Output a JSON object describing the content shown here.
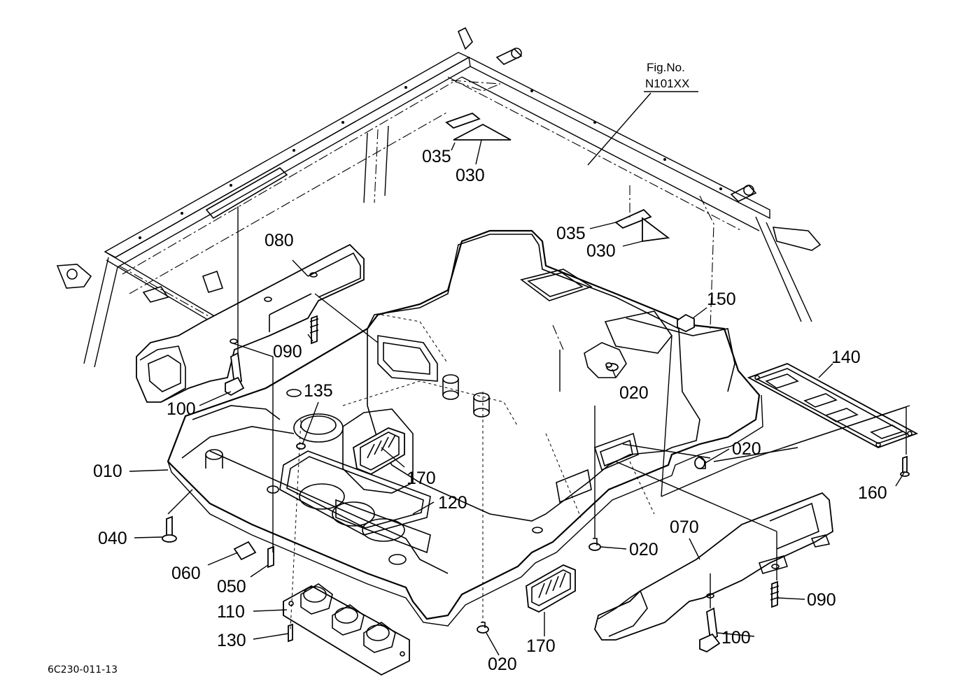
{
  "figure": {
    "fig_label": "Fig.No.",
    "fig_number": "N101XX",
    "drawing_code": "6C230-011-13"
  },
  "callouts": [
    {
      "id": "035a",
      "text": "035"
    },
    {
      "id": "030a",
      "text": "030"
    },
    {
      "id": "035b",
      "text": "035"
    },
    {
      "id": "030b",
      "text": "030"
    },
    {
      "id": "080",
      "text": "080"
    },
    {
      "id": "150",
      "text": "150"
    },
    {
      "id": "090a",
      "text": "090"
    },
    {
      "id": "020a",
      "text": "020"
    },
    {
      "id": "140",
      "text": "140"
    },
    {
      "id": "100a",
      "text": "100"
    },
    {
      "id": "135",
      "text": "135"
    },
    {
      "id": "020b",
      "text": "020"
    },
    {
      "id": "010",
      "text": "010"
    },
    {
      "id": "170a",
      "text": "170"
    },
    {
      "id": "160",
      "text": "160"
    },
    {
      "id": "120",
      "text": "120"
    },
    {
      "id": "070",
      "text": "070"
    },
    {
      "id": "040",
      "text": "040"
    },
    {
      "id": "020c",
      "text": "020"
    },
    {
      "id": "060",
      "text": "060"
    },
    {
      "id": "050",
      "text": "050"
    },
    {
      "id": "090b",
      "text": "090"
    },
    {
      "id": "110",
      "text": "110"
    },
    {
      "id": "100b",
      "text": "100"
    },
    {
      "id": "130",
      "text": "130"
    },
    {
      "id": "170b",
      "text": "170"
    },
    {
      "id": "020d",
      "text": "020"
    }
  ]
}
